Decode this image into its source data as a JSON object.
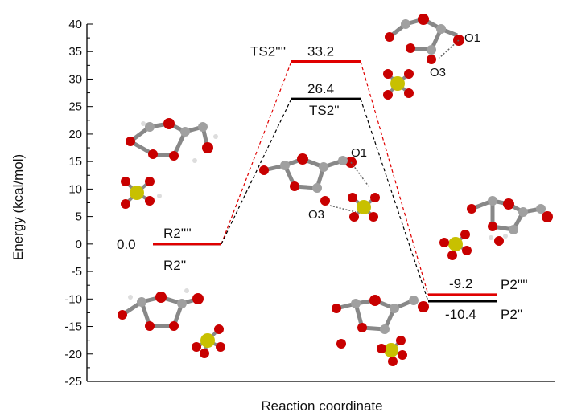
{
  "chart_data": {
    "type": "line",
    "title": "",
    "xlabel": "Reaction coordinate",
    "ylabel": "Energy (kcal/mol)",
    "ylim": [
      -25,
      40
    ],
    "ytick_step": 5,
    "yminor_step": 2.5,
    "grid": false,
    "stages": [
      "R",
      "TS",
      "P"
    ],
    "series": [
      {
        "key": "red",
        "color": "#e00000",
        "values": [
          0.0,
          33.2,
          -9.2
        ],
        "labels": [
          "R2''''",
          "TS2''''",
          "P2''''"
        ],
        "value_labels": [
          "0.0",
          "33.2",
          "-9.2"
        ]
      },
      {
        "key": "black",
        "color": "#000000",
        "values": [
          0.0,
          26.4,
          -10.4
        ],
        "labels": [
          "R2''",
          "TS2''",
          "P2''"
        ],
        "value_labels": [
          "",
          "26.4",
          "-10.4"
        ]
      }
    ],
    "annotations": [
      "O1",
      "O3",
      "O1",
      "O3"
    ],
    "icons": [
      "molecule-r2",
      "molecule-ts2-quad",
      "molecule-ts2",
      "molecule-p2-quad",
      "molecule-p2"
    ]
  }
}
